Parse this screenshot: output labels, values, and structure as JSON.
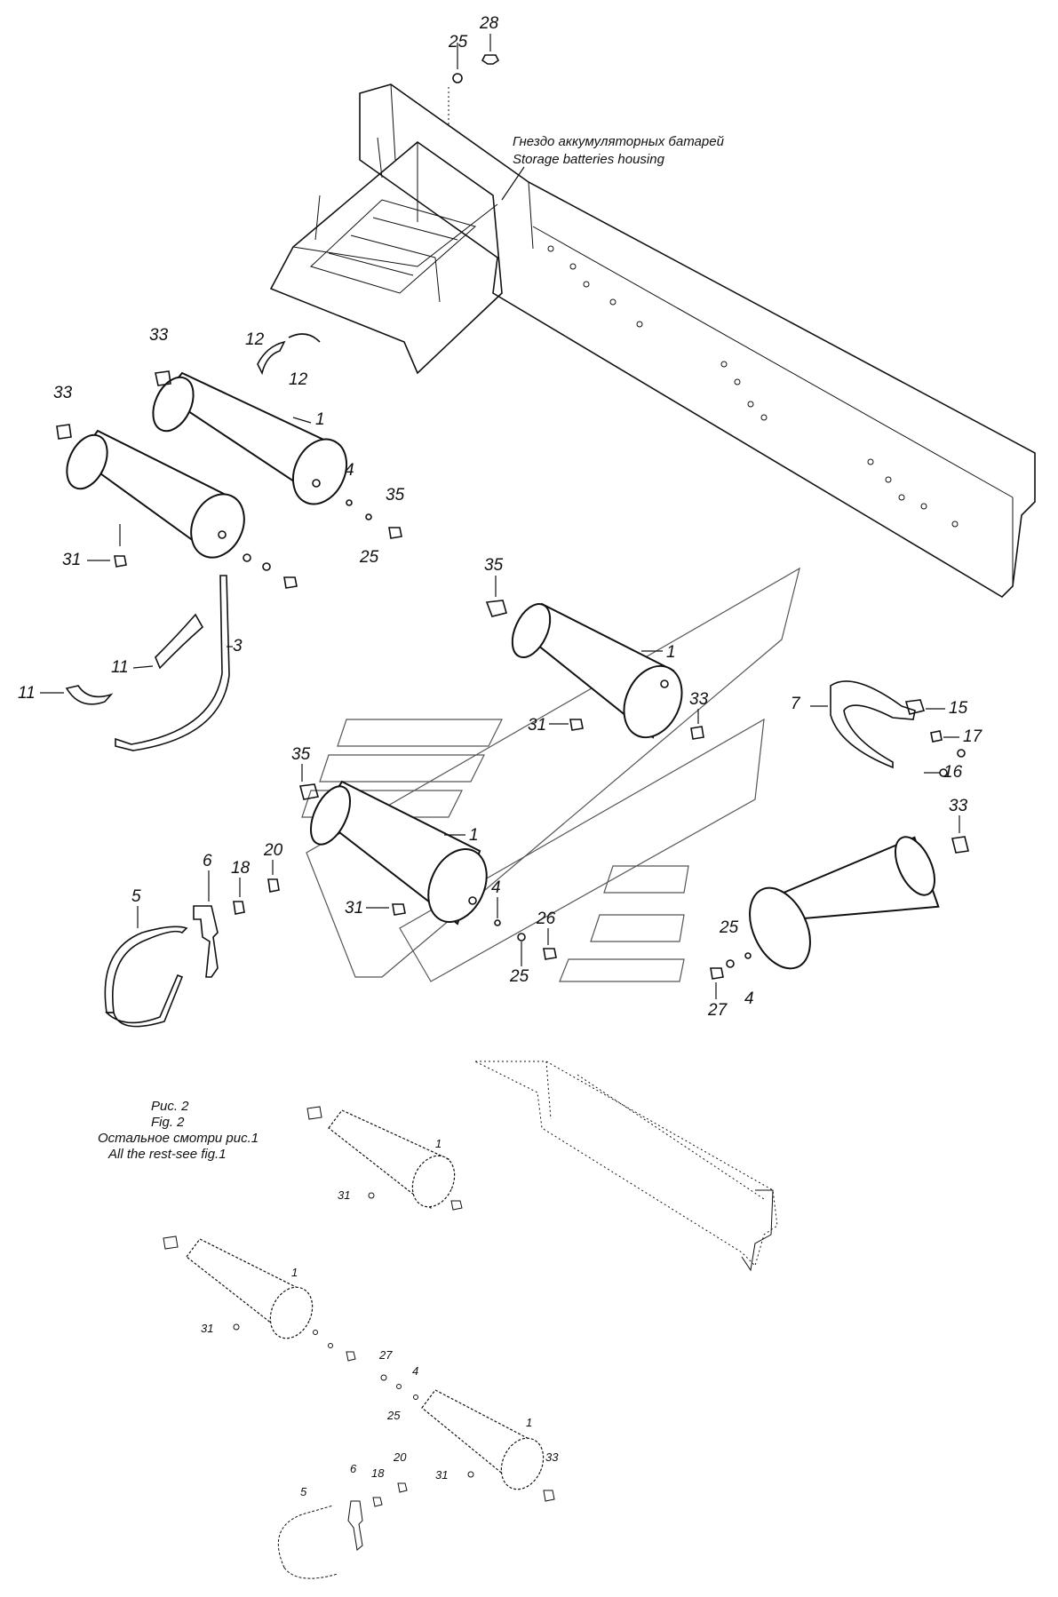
{
  "housing_label": {
    "ru": "Гнездо аккумуляторных батарей",
    "en": "Storage batteries housing"
  },
  "figure_note": {
    "line1": "Рис. 2",
    "line2": "Fig. 2",
    "line3": "Остальное смотри рис.1",
    "line4": "All the rest-see fig.1"
  },
  "callouts_fig1": {
    "top_25": "25",
    "top_28": "28",
    "c33_a": "33",
    "c33_b": "33",
    "c12_a": "12",
    "c12_b": "12",
    "c1_a": "1",
    "c4_a": "4",
    "c35_a": "35",
    "c25_a": "25",
    "c31_a": "31",
    "c3": "3",
    "c11_a": "11",
    "c11_b": "11",
    "c35_b": "35",
    "c1_b": "1",
    "c31_b": "31",
    "c33_c": "33",
    "c7": "7",
    "c15": "15",
    "c17": "17",
    "c16": "16",
    "c35_c": "35",
    "c1_c": "1",
    "c31_c": "31",
    "c4_b": "4",
    "c26": "26",
    "c25_b": "25",
    "c33_d": "33",
    "c25_c": "25",
    "c27": "27",
    "c4_c": "4",
    "c6": "6",
    "c18": "18",
    "c20": "20",
    "c5": "5"
  },
  "callouts_fig2": {
    "c1_a": "1",
    "c31_a": "31",
    "c1_b": "1",
    "c31_b": "31",
    "c27": "27",
    "c4": "4",
    "c25": "25",
    "c1_c": "1",
    "c31_c": "31",
    "c33": "33",
    "c6": "6",
    "c18": "18",
    "c20": "20",
    "c5": "5"
  }
}
